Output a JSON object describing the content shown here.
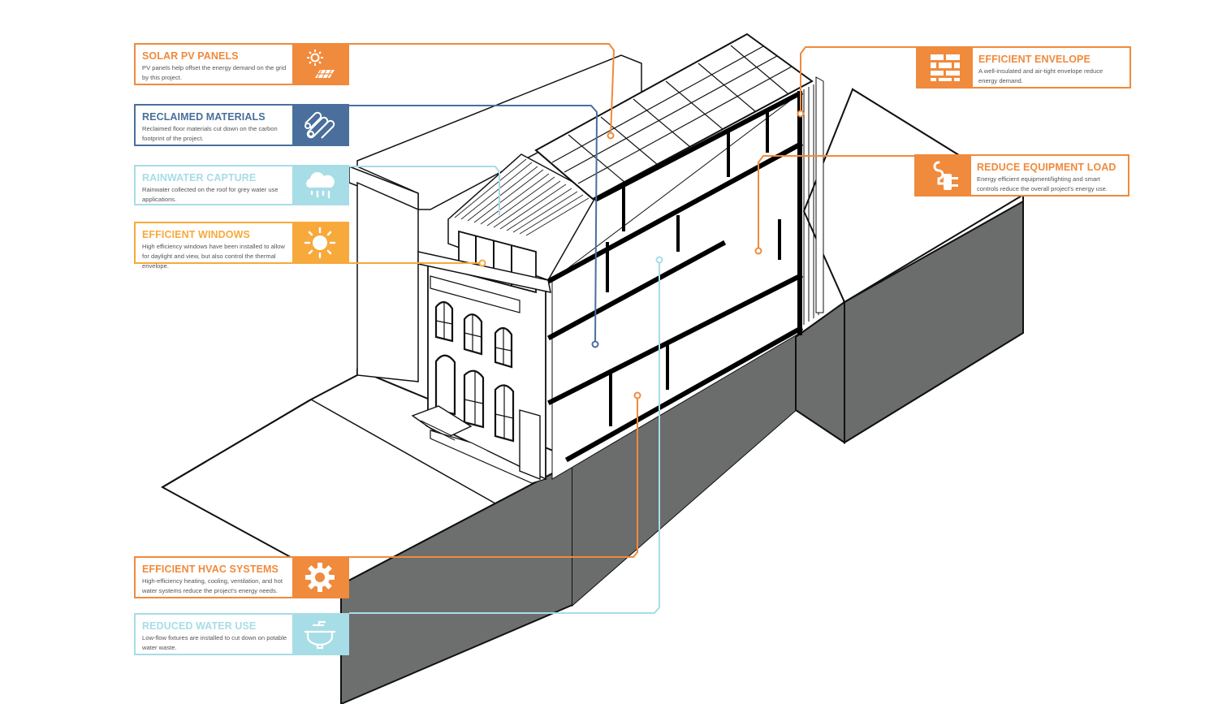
{
  "colors": {
    "orange": "#f08a3c",
    "navy": "#4a6f9c",
    "lightblue": "#a7dde6",
    "amber": "#f7a93b",
    "ground": "#6b6b6b"
  },
  "callouts": {
    "solar": {
      "title": "SOLAR PV PANELS",
      "description": "PV panels help offset the energy demand on the grid by this project.",
      "icon": "sun-with-solar-panel-icon"
    },
    "reclaimed": {
      "title": "RECLAIMED MATERIALS",
      "description": "Reclaimed floor materials cut down on the carbon footprint of the project.",
      "icon": "stacked-logs-icon"
    },
    "rainwater": {
      "title": "RAINWATER CAPTURE",
      "description": "Rainwater collected on the roof for grey water use applications.",
      "icon": "rain-cloud-icon"
    },
    "windows": {
      "title": "EFFICIENT WINDOWS",
      "description": "High efficiency windows have been installed to allow for daylight and view, but also control the thermal envelope.",
      "icon": "sun-icon"
    },
    "hvac": {
      "title": "EFFICIENT HVAC SYSTEMS",
      "description": "High-efficiency heating, cooling, ventilation, and hot water systems reduce the project's energy needs.",
      "icon": "gear-icon"
    },
    "water": {
      "title": "REDUCED WATER USE",
      "description": "Low-flow fixtures are installed to cut down on potable water waste.",
      "icon": "sink-faucet-icon"
    },
    "envelope": {
      "title": "EFFICIENT ENVELOPE",
      "description": "A well-insulated and air-tight envelope reduce energy demand.",
      "icon": "brick-wall-icon"
    },
    "equipment": {
      "title": "REDUCE EQUIPMENT LOAD",
      "description": "Energy efficient equipment/lighting and smart controls reduce the overall project's energy use.",
      "icon": "power-plug-icon"
    }
  }
}
